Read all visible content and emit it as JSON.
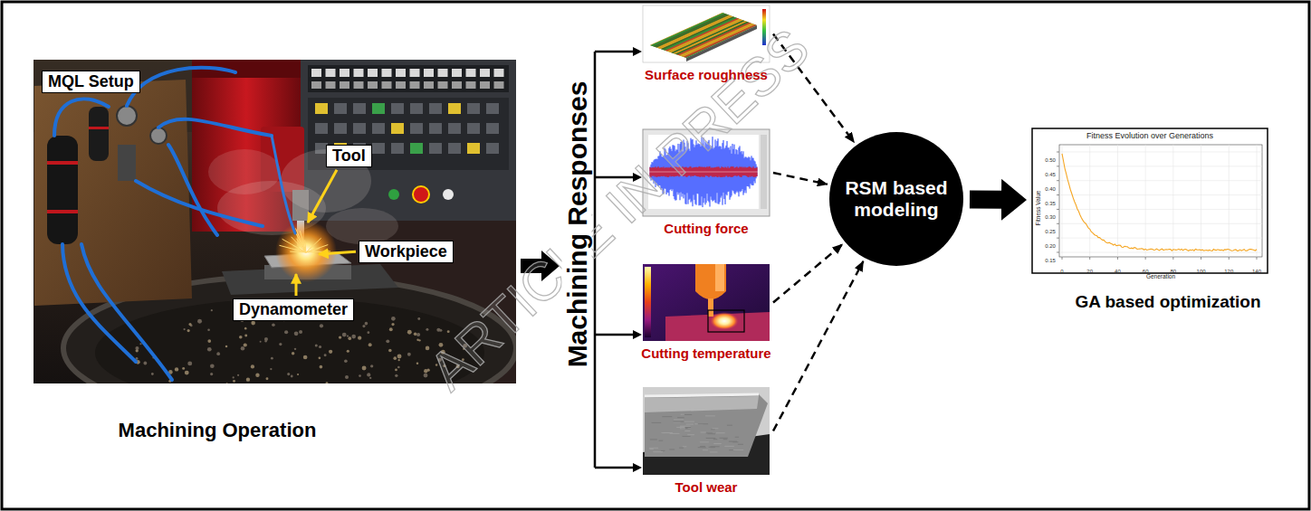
{
  "diagram": {
    "nodes": [
      {
        "text": [
          "Machining Operation"
        ]
      },
      {
        "text": [
          "MQL Setup"
        ],
        "in": 0
      },
      {
        "text": [
          "Tool"
        ],
        "in": 0
      },
      {
        "text": [
          "Workpiece"
        ],
        "in": 0
      },
      {
        "text": [
          "Dynamometer"
        ],
        "in": 0
      },
      {
        "text": [
          "Surface roughness"
        ]
      },
      {
        "text": [
          "Cutting force"
        ]
      },
      {
        "text": [
          "Cutting temperature"
        ]
      },
      {
        "text": [
          "Tool wear"
        ]
      },
      {
        "text": [
          "RSM based modeling"
        ]
      },
      {
        "text": [
          "Fitness Evolution over Generations",
          "GA based optimization"
        ]
      }
    ],
    "edges": [
      {
        "from": 5,
        "to": 9,
        "arrow": "to"
      },
      {
        "from": 6,
        "to": 9,
        "arrow": "to"
      },
      {
        "from": 7,
        "to": 9,
        "arrow": "to"
      },
      {
        "from": 8,
        "to": 9,
        "arrow": "to"
      },
      {
        "from": 9,
        "to": 10,
        "arrow": "to"
      }
    ],
    "labels": [
      "Machining Responses",
      "ARTICLE IN PRESS",
      "0.50",
      "0.45",
      "0.40",
      "0.35",
      "0.30",
      "0.25",
      "0.20",
      "0.15",
      "0",
      "20",
      "40",
      "60",
      "80",
      "100",
      "120",
      "140",
      "Fitness Value",
      "Generation"
    ]
  }
}
